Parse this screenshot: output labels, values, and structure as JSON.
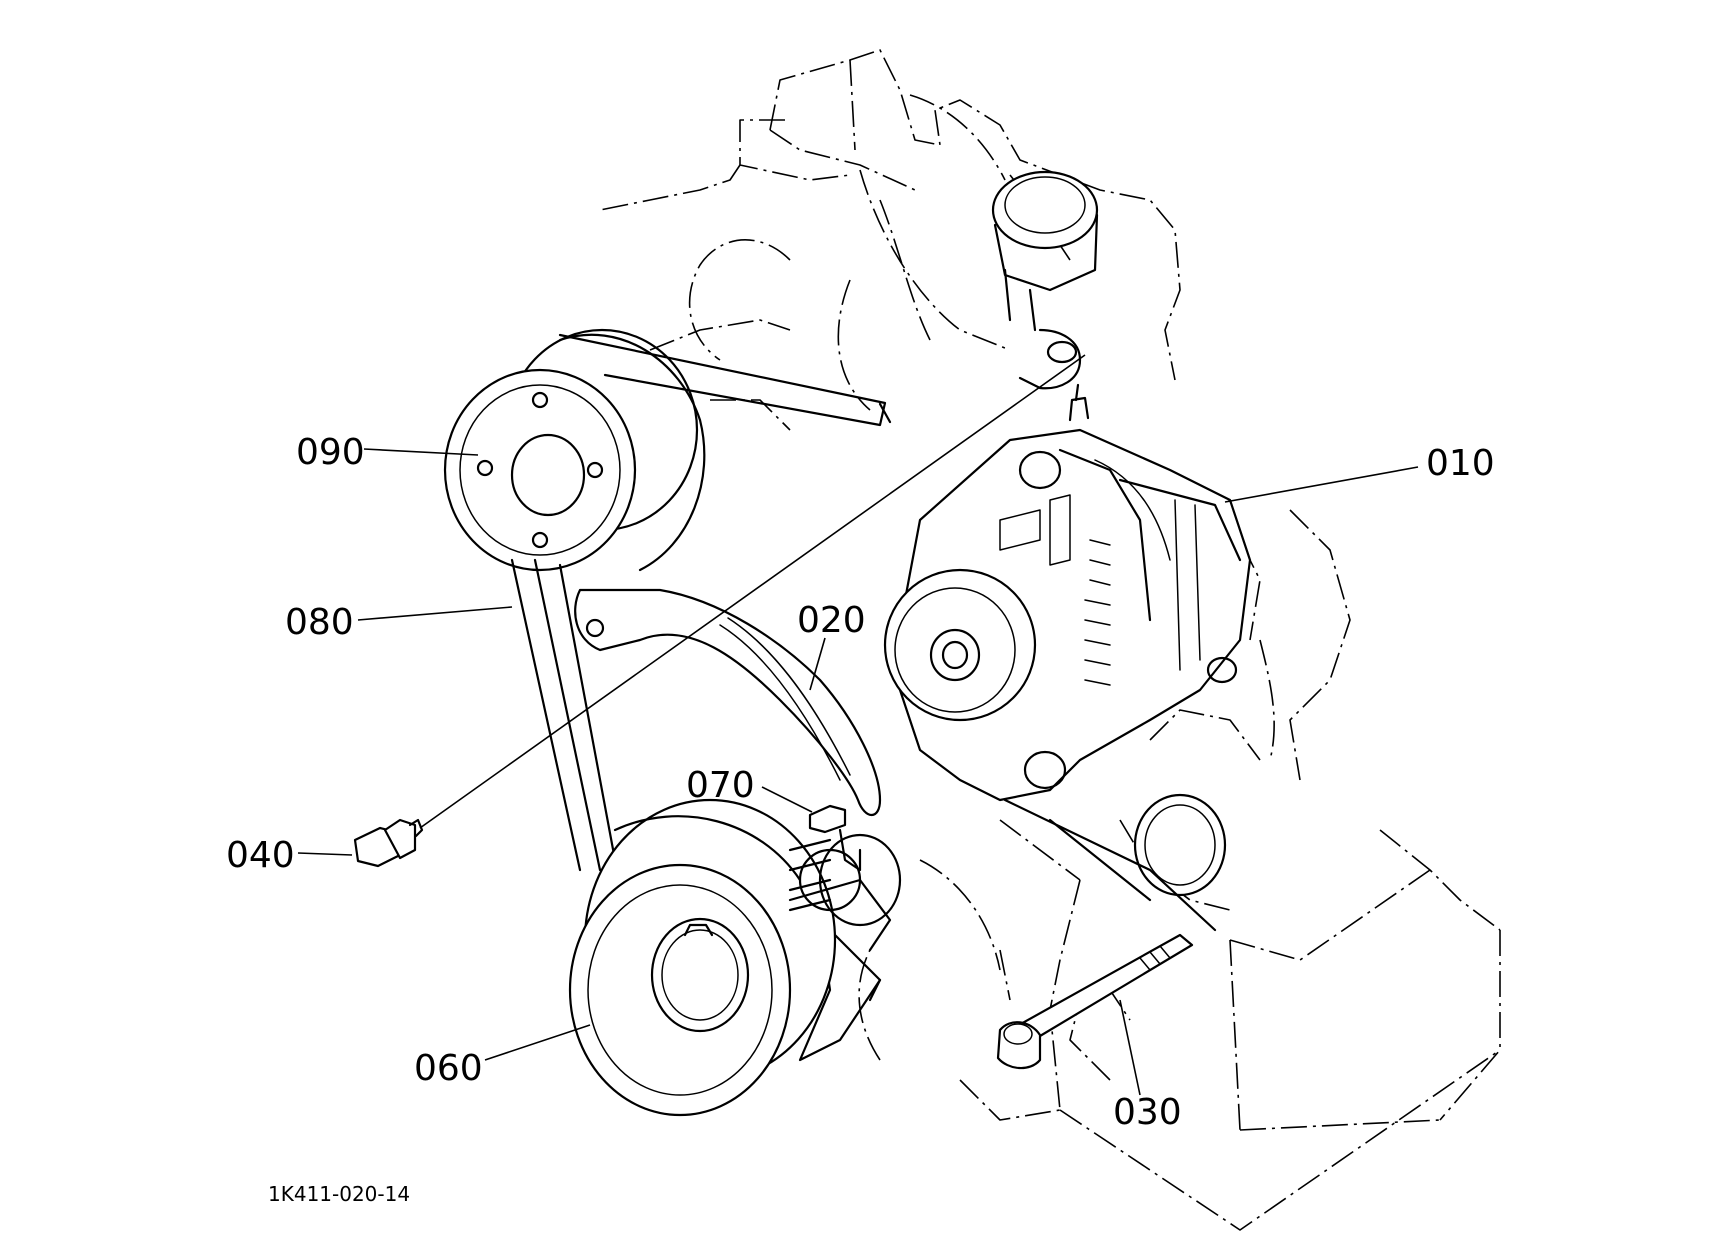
{
  "diagram": {
    "drawing_code": "1K411-020-14",
    "callouts": {
      "c010": "010",
      "c020": "020",
      "c030": "030",
      "c040": "040",
      "c060": "060",
      "c070": "070",
      "c080": "080",
      "c090": "090"
    }
  }
}
